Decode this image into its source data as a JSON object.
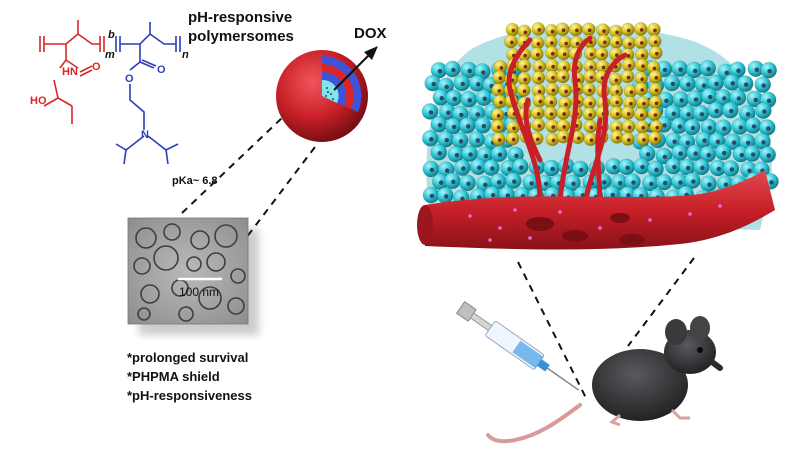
{
  "title_lines": [
    "pH-responsive",
    "polymersomes"
  ],
  "dox_label": "DOX",
  "pka_label": "pKa~ 6.8",
  "scale_bar_label": "100 nm",
  "features": [
    "*prolonged survival",
    "*PHPMA shield",
    "*pH-responsiveness"
  ],
  "chem_labels": {
    "subscript_m": "m",
    "block_b": "b",
    "subscript_n": "n",
    "amide_nh": "HN",
    "hydroxyl": "HO",
    "carbonyl_o1": "O",
    "carbonyl_o2": "O",
    "ester_o": "O",
    "amine_n": "N"
  },
  "colors": {
    "phpma_block": "#d9262a",
    "pdpa_block": "#2b3fb5",
    "vessel": "#c81f28",
    "tumor_cells": "#2ec7d6",
    "yellow_cells": "#d9c21f",
    "polymersome_membrane": "#3b54d9",
    "mouse": "#2c2c2e"
  }
}
